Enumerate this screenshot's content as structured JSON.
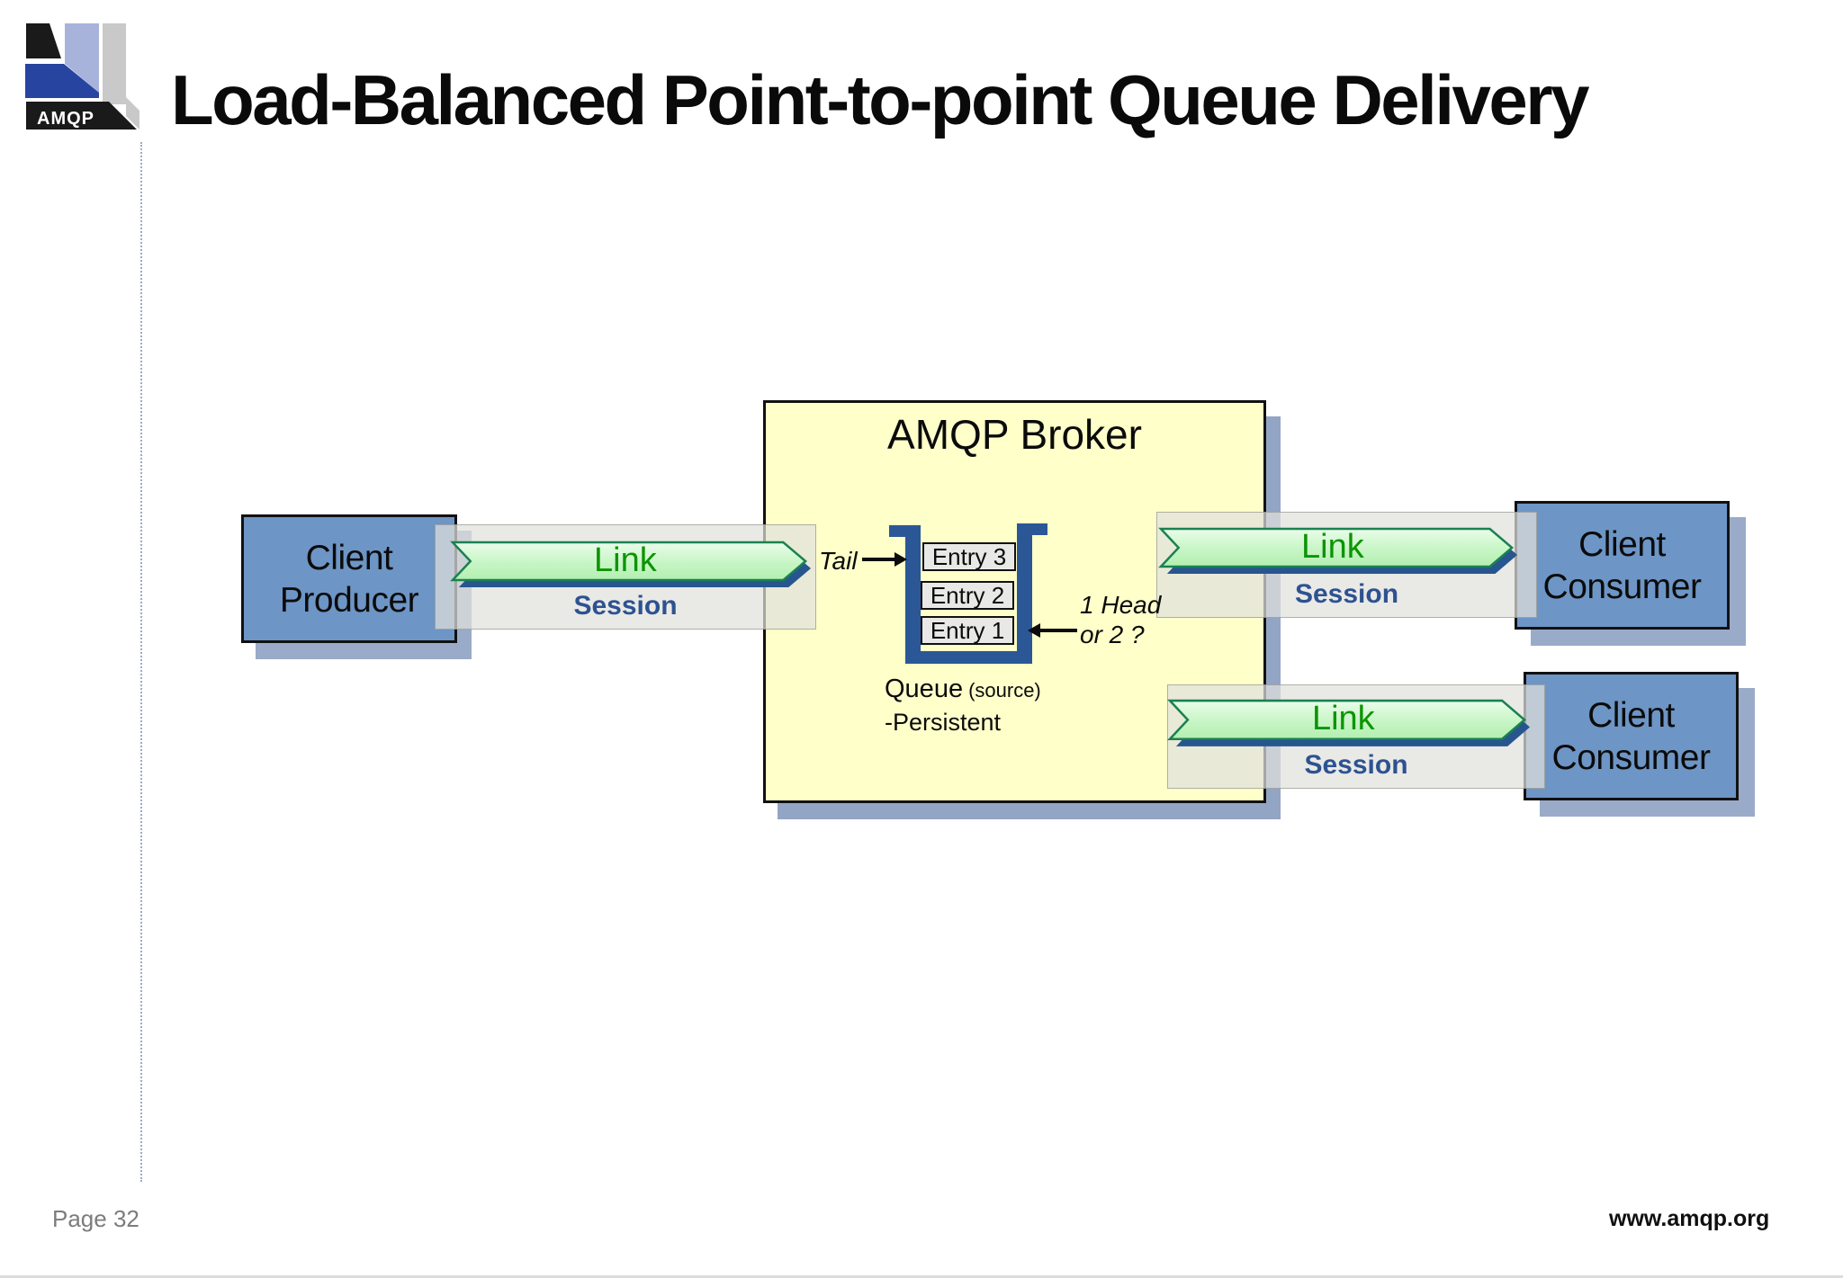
{
  "slide": {
    "title": "Load-Balanced Point-to-point Queue Delivery",
    "logo": {
      "text": "AMQP"
    },
    "footer": {
      "page_label": "Page 32",
      "website": "www.amqp.org"
    }
  },
  "diagram": {
    "producer": {
      "line1": "Client",
      "line2": "Producer"
    },
    "broker": {
      "title": "AMQP Broker"
    },
    "link_label": "Link",
    "session_label": "Session",
    "queue": {
      "entries": [
        "Entry 3",
        "Entry 2",
        "Entry 1"
      ],
      "tail_label": "Tail",
      "head_line1": "1 Head",
      "head_line2": "or 2 ?",
      "name": "Queue",
      "name_qualifier": "(source)",
      "attribute": "-Persistent"
    },
    "consumer1": {
      "line1": "Client",
      "line2": "Consumer"
    },
    "consumer2": {
      "line1": "Client",
      "line2": "Consumer"
    }
  },
  "colors": {
    "client_box_blue": "#6d95c5",
    "broker_yellow": "#ffffca",
    "link_text_green": "#0c9404",
    "arrow_fill_green": "#c2f3c0",
    "arrow_border_green": "#1a8150",
    "arrow_shadow_navy": "#27568f",
    "session_text_blue": "#2d5291",
    "queue_navy": "#2b5797",
    "drop_shadow_blue_gray": "#98a9c7"
  }
}
